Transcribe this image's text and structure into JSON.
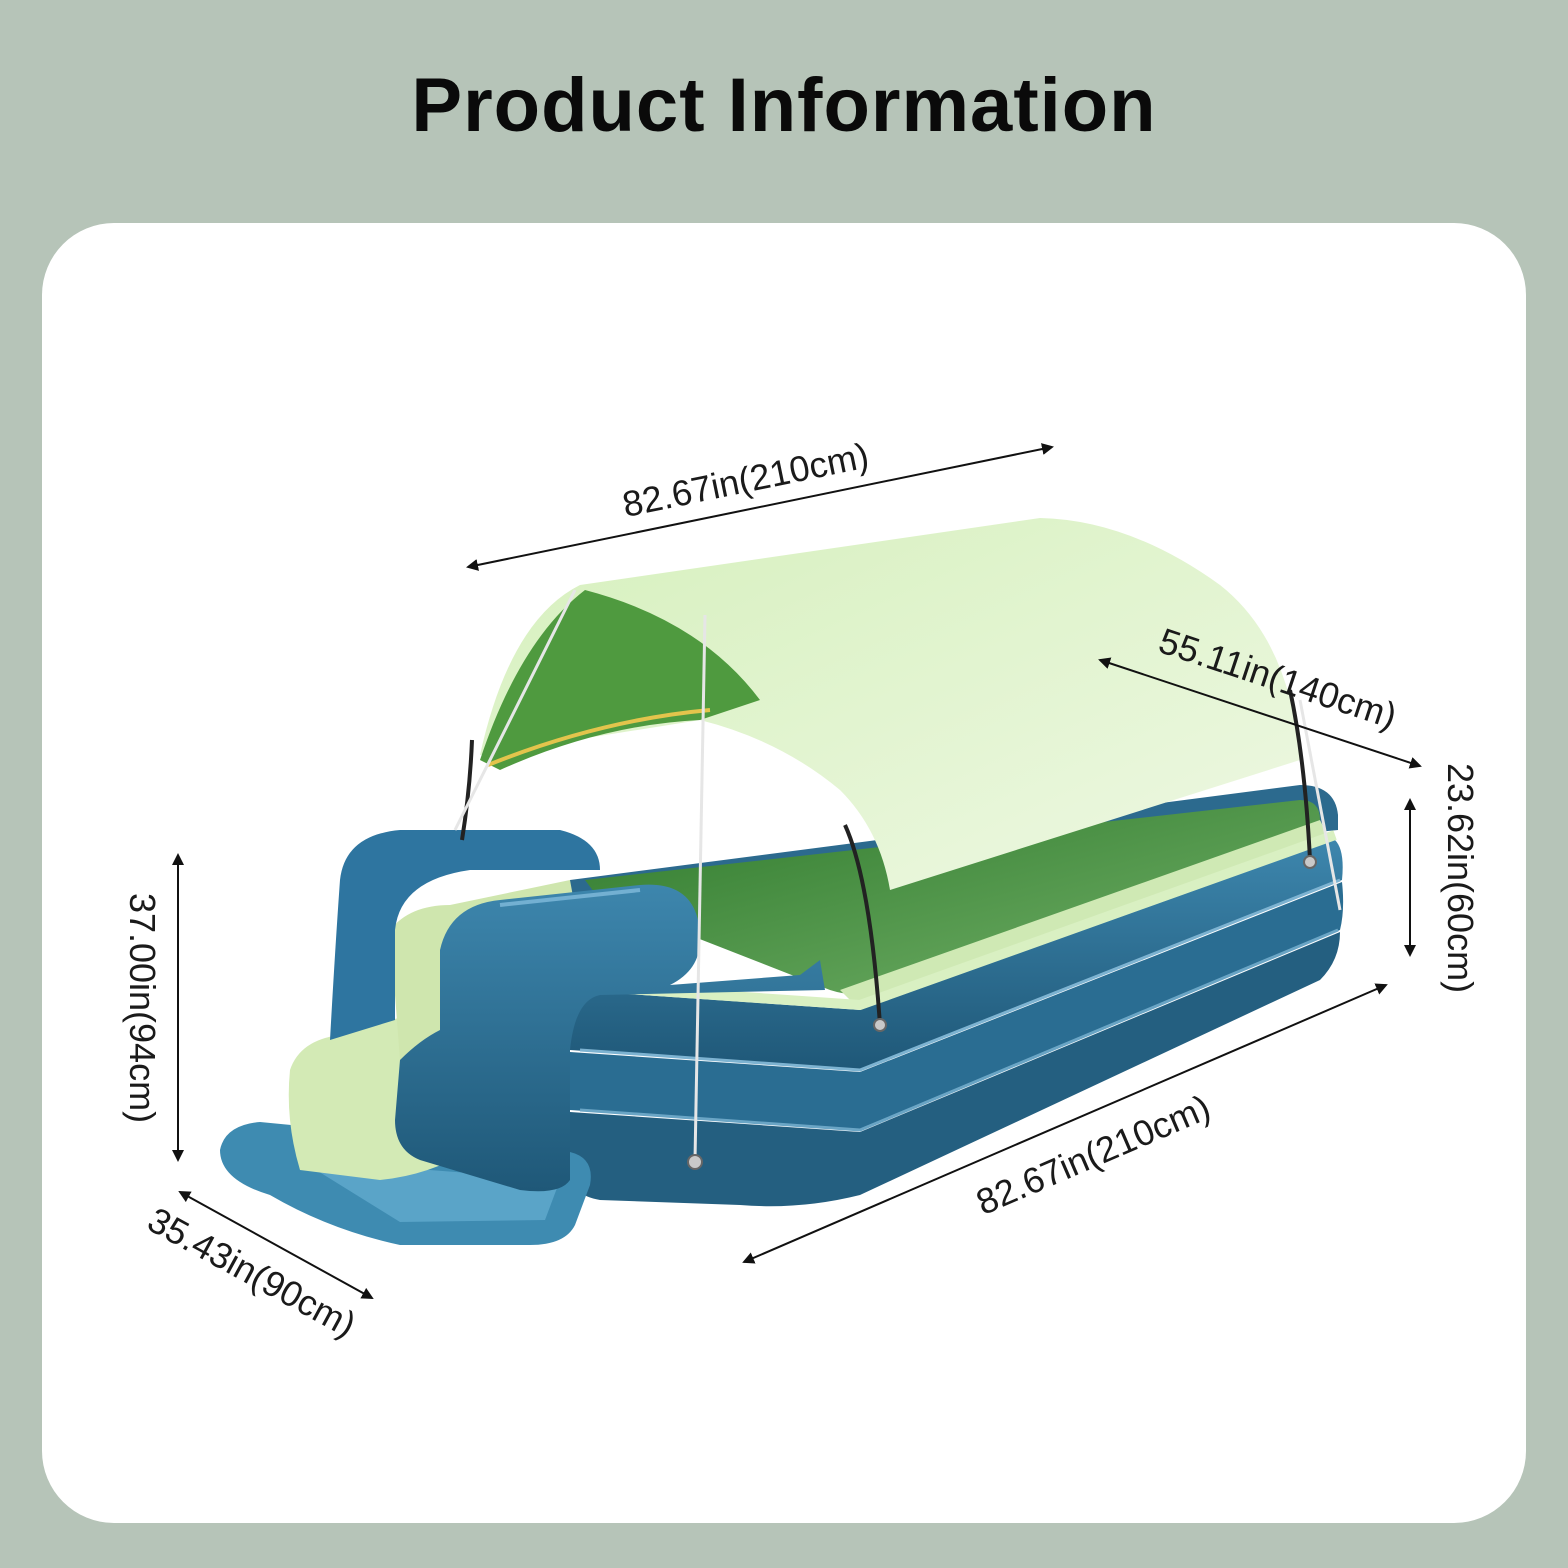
{
  "header": {
    "title": "Product Information"
  },
  "dimensions": {
    "canopy_length": "82.67in(210cm)",
    "pool_width": "55.11in(140cm)",
    "pool_height": "23.62in(60cm)",
    "pool_length": "82.67in(210cm)",
    "slide_height": "37.00in(94cm)",
    "slide_width": "35.43in(90cm)"
  },
  "colors": {
    "background": "#b6c4b8",
    "card": "#ffffff",
    "pool_blue": "#2f6f93",
    "canopy_green": "#dff3c9",
    "water_green": "#3f8a3a"
  }
}
